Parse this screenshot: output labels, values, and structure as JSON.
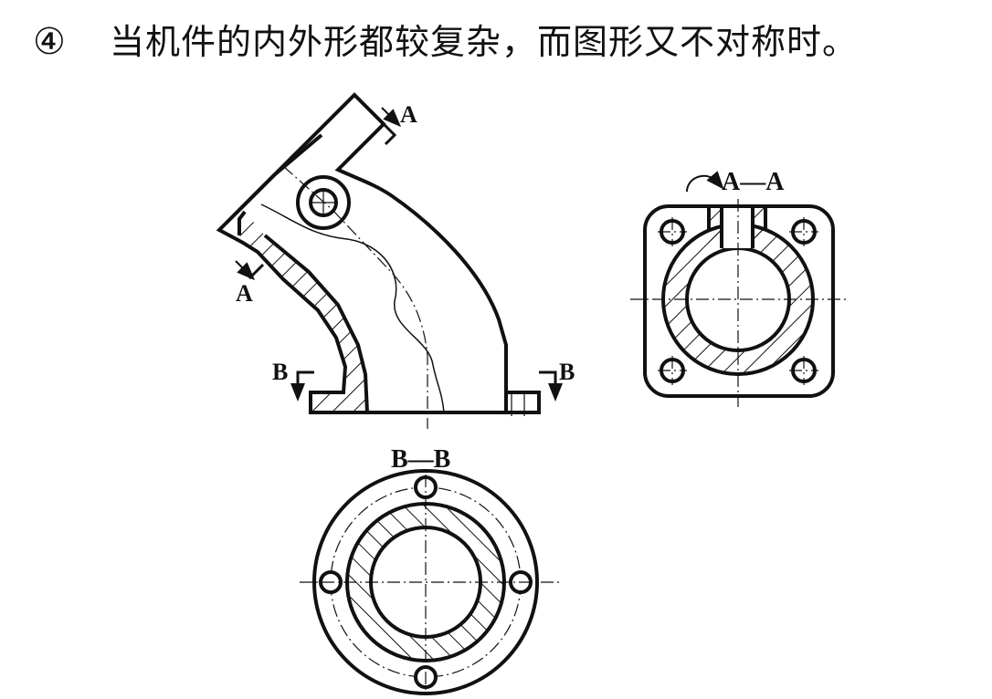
{
  "heading": {
    "number": "④",
    "text": "当机件的内外形都较复杂，而图形又不对称时。"
  },
  "labels": {
    "section_mark_a": "A",
    "section_mark_b": "B",
    "view_a_title": "A—A",
    "view_b_title": "B—B"
  }
}
